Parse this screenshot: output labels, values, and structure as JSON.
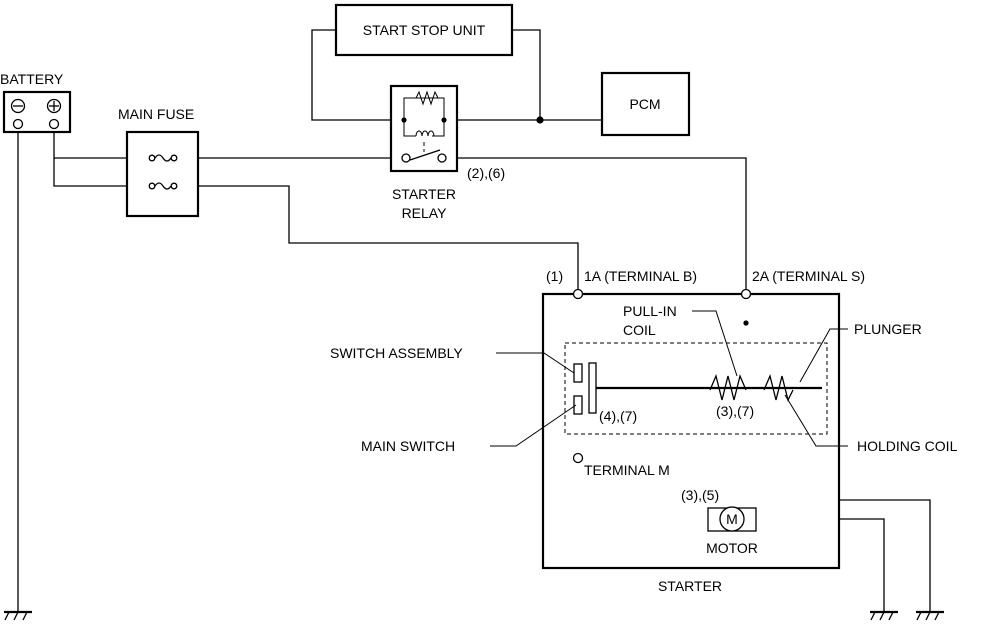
{
  "labels": {
    "battery": "BATTERY",
    "battery_minus": "⊖",
    "battery_plus": "⊕",
    "main_fuse": "MAIN FUSE",
    "start_stop_unit": "START STOP UNIT",
    "pcm": "PCM",
    "starter_relay_line1": "STARTER",
    "starter_relay_line2": "RELAY",
    "relay_ref": "(2),(6)",
    "ref_1": "(1)",
    "terminal_b": "1A (TERMINAL B)",
    "terminal_s": "2A (TERMINAL S)",
    "pull_in_line1": "PULL-IN",
    "pull_in_line2": "COIL",
    "plunger": "PLUNGER",
    "switch_assembly": "SWITCH ASSEMBLY",
    "main_switch": "MAIN SWITCH",
    "holding_coil": "HOLDING COIL",
    "ref_47": "(4),(7)",
    "ref_37": "(3),(7)",
    "terminal_m": "TERMINAL M",
    "ref_35": "(3),(5)",
    "motor_symbol": "M",
    "motor": "MOTOR",
    "starter": "STARTER"
  }
}
